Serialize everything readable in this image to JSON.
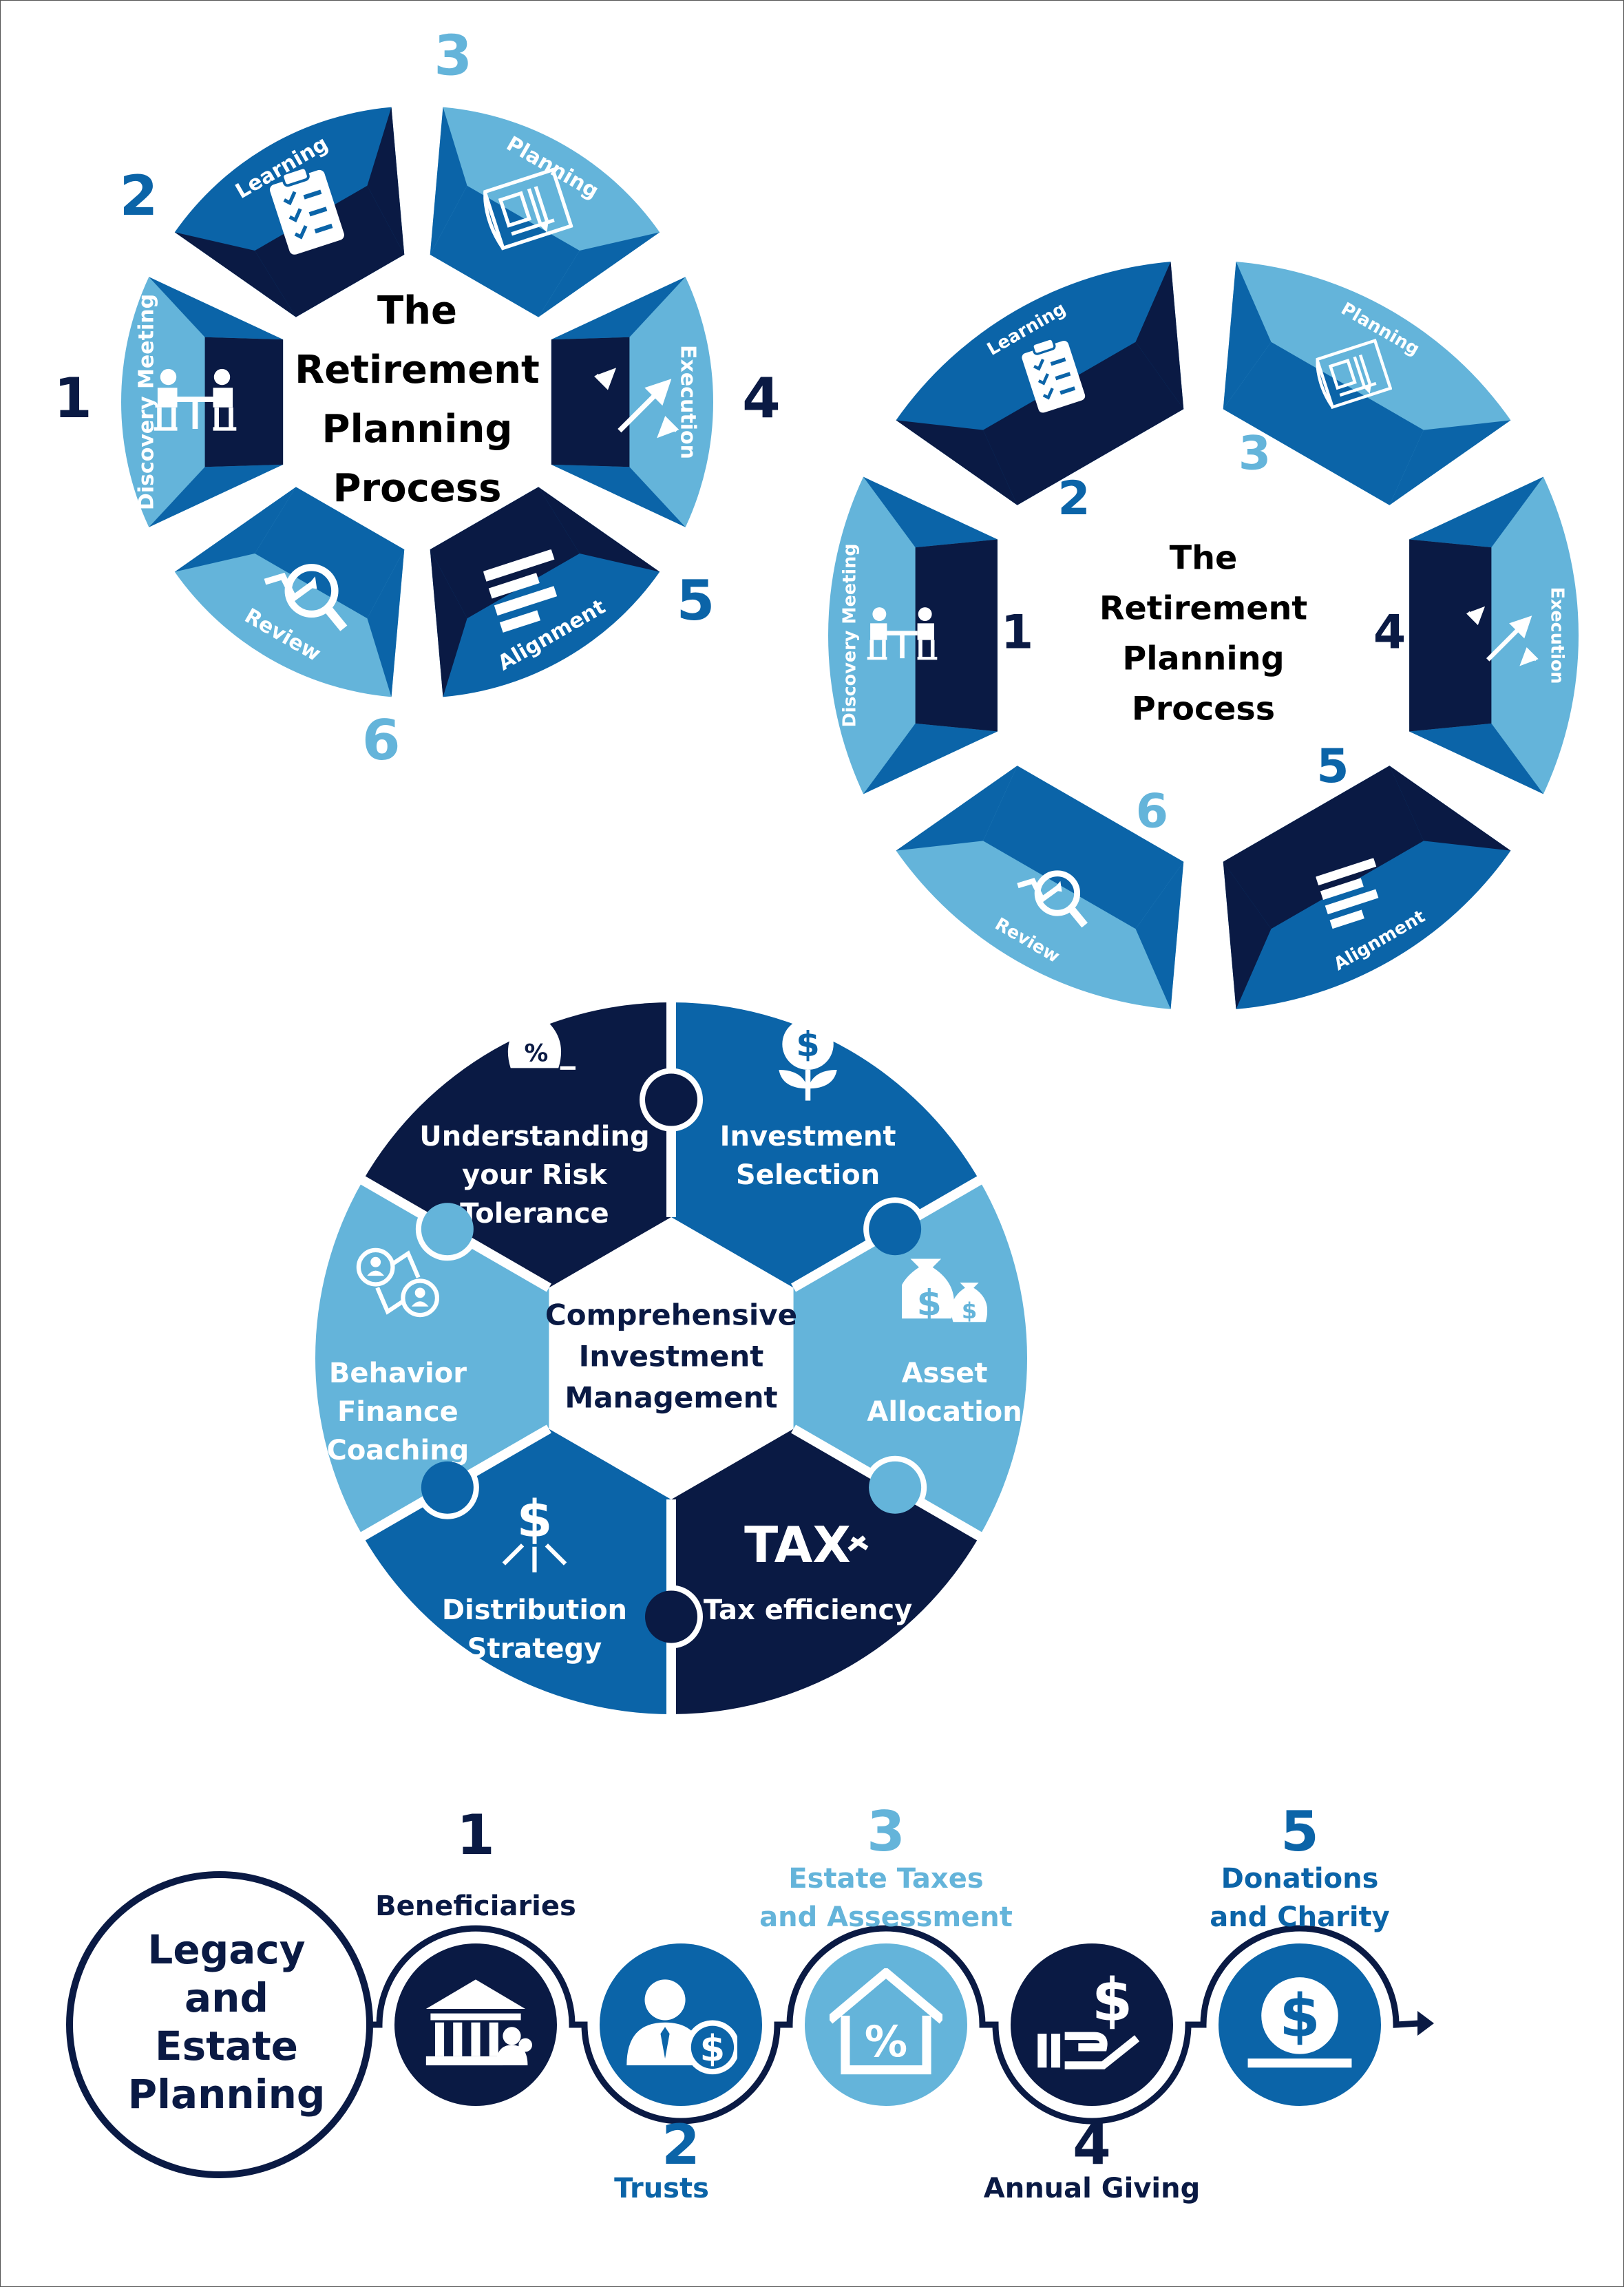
{
  "colors": {
    "navy": "#0a1a44",
    "mid": "#0b64a8",
    "light": "#64b4da",
    "white": "#ffffff"
  },
  "wheel1": {
    "title": [
      "The",
      "Retirement",
      "Planning",
      "Process"
    ],
    "segments": [
      {
        "num": "1",
        "label": "Discovery Meeting",
        "icon": "meeting-icon"
      },
      {
        "num": "2",
        "label": "Learning",
        "icon": "clipboard-icon"
      },
      {
        "num": "3",
        "label": "Planning",
        "icon": "blueprint-icon"
      },
      {
        "num": "4",
        "label": "Execution",
        "icon": "arrows-icon"
      },
      {
        "num": "5",
        "label": "Alignment",
        "icon": "bars-icon"
      },
      {
        "num": "6",
        "label": "Review",
        "icon": "magnifier-icon"
      }
    ]
  },
  "wheel2": {
    "title": [
      "The",
      "Retirement",
      "Planning",
      "Process"
    ],
    "segments": [
      {
        "num": "1",
        "label": "Discovery Meeting",
        "icon": "meeting-icon"
      },
      {
        "num": "2",
        "label": "Learning",
        "icon": "clipboard-icon"
      },
      {
        "num": "3",
        "label": "Planning",
        "icon": "blueprint-icon"
      },
      {
        "num": "4",
        "label": "Execution",
        "icon": "arrows-icon"
      },
      {
        "num": "5",
        "label": "Alignment",
        "icon": "bars-icon"
      },
      {
        "num": "6",
        "label": "Review",
        "icon": "magnifier-icon"
      }
    ]
  },
  "puzzle": {
    "center": [
      "Comprehensive",
      "Investment",
      "Management"
    ],
    "pieces": [
      {
        "label": [
          "Investment",
          "Selection"
        ],
        "icon": "money-plant-icon"
      },
      {
        "label": [
          "Asset",
          "Allocation"
        ],
        "icon": "money-bags-icon"
      },
      {
        "label": [
          "Tax efficiency"
        ],
        "icon": "tax-icon",
        "icon_text": "TAX"
      },
      {
        "label": [
          "Distribution",
          "Strategy"
        ],
        "icon": "dollar-rays-icon"
      },
      {
        "label": [
          "Behavior",
          "Finance",
          "Coaching"
        ],
        "icon": "people-network-icon"
      },
      {
        "label": [
          "Understanding",
          "your Risk",
          "Tolerance"
        ],
        "icon": "percent-bag-icon"
      }
    ]
  },
  "legacy": {
    "title": [
      "Legacy",
      "and",
      "Estate",
      "Planning"
    ],
    "steps": [
      {
        "num": "1",
        "label": [
          "Beneficiaries"
        ],
        "icon": "bank-icon"
      },
      {
        "num": "2",
        "label": [
          "Trusts"
        ],
        "icon": "person-dollar-icon"
      },
      {
        "num": "3",
        "label": [
          "Estate Taxes",
          "and Assessment"
        ],
        "icon": "house-percent-icon"
      },
      {
        "num": "4",
        "label": [
          "Annual Giving"
        ],
        "icon": "hand-dollar-icon"
      },
      {
        "num": "5",
        "label": [
          "Donations",
          "and Charity"
        ],
        "icon": "coin-slot-icon"
      }
    ]
  }
}
